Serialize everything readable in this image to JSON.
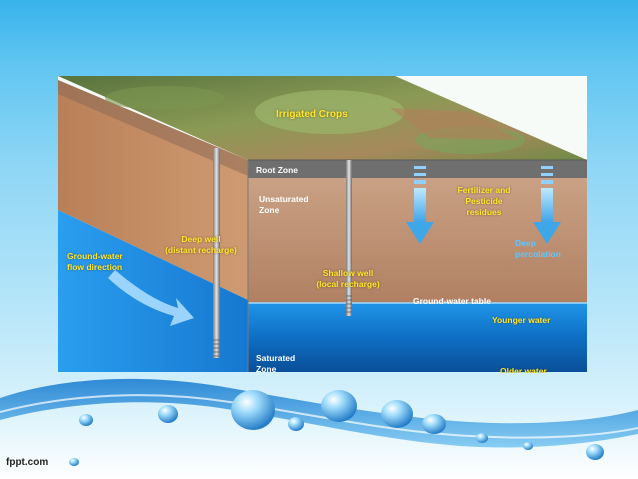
{
  "diagram": {
    "labels": {
      "irrigated_crops": "Irrigated Crops",
      "root_zone": "Root Zone",
      "unsaturated_zone": [
        "Unsaturated",
        "Zone"
      ],
      "fertilizer": [
        "Fertilizer and",
        "Pesticide",
        "residues"
      ],
      "deep_percolation": [
        "Deep",
        "percolation"
      ],
      "deep_well": [
        "Deep well",
        "(distant recharge)"
      ],
      "groundwater_flow": [
        "Ground-water",
        "flow direction"
      ],
      "shallow_well": [
        "Shallow well",
        "(local recharge)"
      ],
      "water_table": "Ground-water table",
      "younger_water": "Younger water",
      "saturated_zone": [
        "Saturated",
        "Zone"
      ],
      "older_water": "Older water"
    },
    "colors": {
      "label_yellow": "#ffe62e",
      "label_blue": "#5ec7ff",
      "soil": "#b98664",
      "water": "#1a8fe0",
      "crops": "#6f8a45"
    }
  },
  "footer": {
    "text": "fppt.com"
  }
}
